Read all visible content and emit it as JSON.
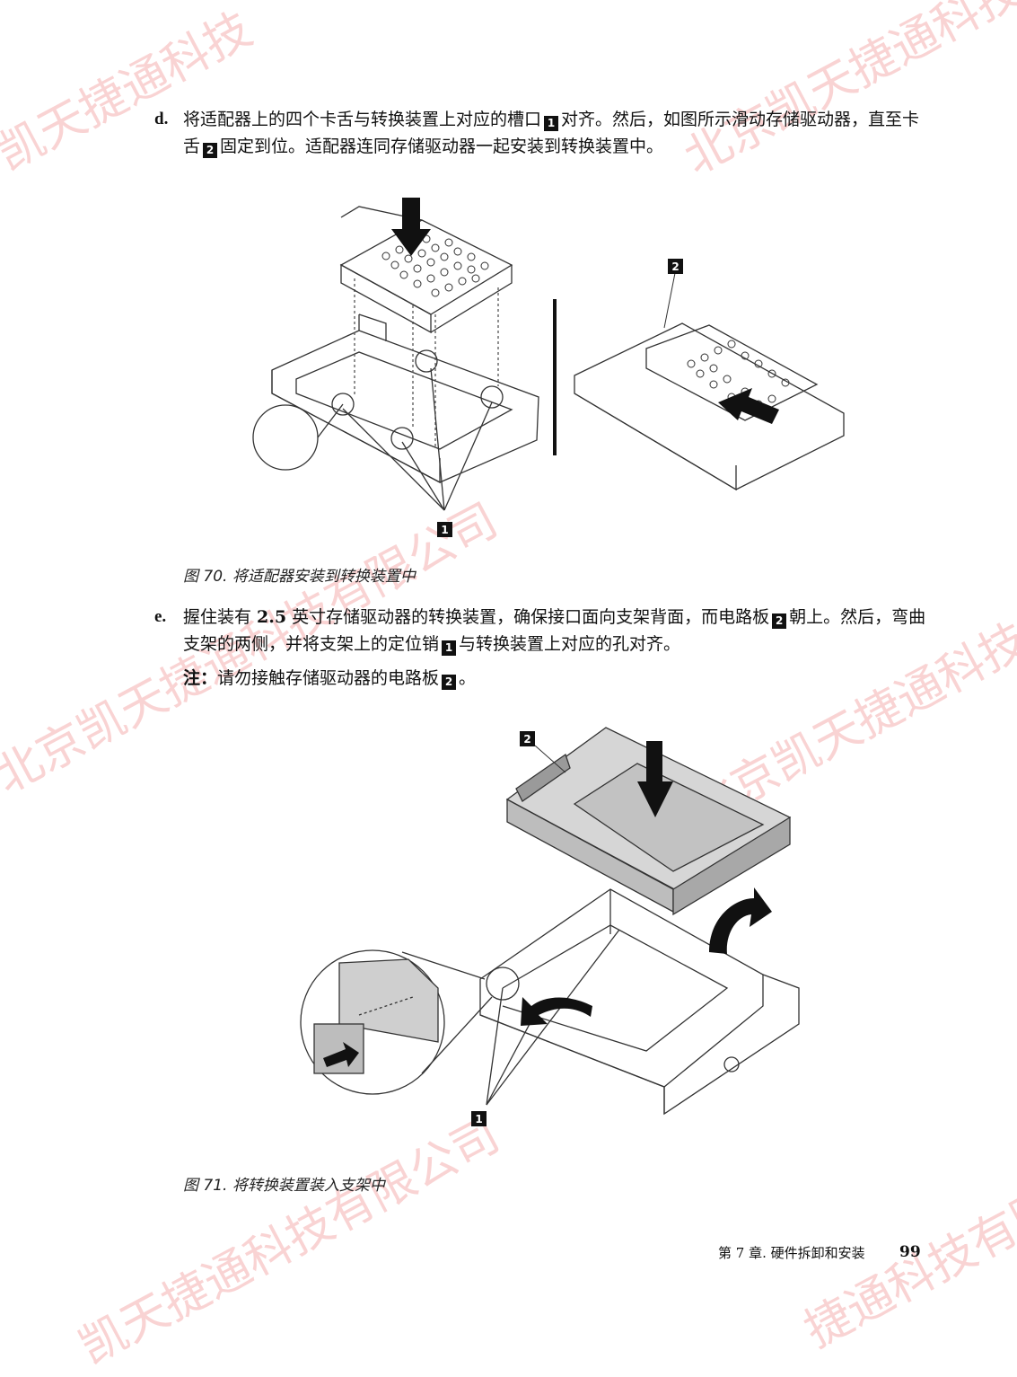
{
  "step_d": {
    "label": "d.",
    "p1": "将适配器上的四个卡舌与转换装置上对应的槽口",
    "b1": "1",
    "p2": "对齐。然后，如图所示滑动存储驱动器，直至卡舌",
    "b2": "2",
    "p3": "固定到位。适配器连同存储驱动器一起安装到转换装置中。"
  },
  "figure70": {
    "callout1": "1",
    "callout2": "2",
    "caption": "图 70. 将适配器安装到转换装置中"
  },
  "step_e": {
    "label": "e.",
    "p1": "握住装有 ",
    "bold": "2.5",
    "p2": " 英寸存储驱动器的转换装置，确保接口面向支架背面，而电路板",
    "b1": "2",
    "p3": "朝上。然后，弯曲支架的两侧，并将支架上的定位销",
    "b2": "1",
    "p4": "与转换装置上对应的孔对齐。"
  },
  "note": {
    "label": "注：",
    "text": "请勿接触存储驱动器的电路板",
    "badge": "2",
    "end": "。"
  },
  "figure71": {
    "callout1": "1",
    "callout2": "2",
    "caption": "图 71. 将转换装置装入支架中"
  },
  "footer": {
    "chapter": "第 7 章. 硬件拆卸和安装",
    "page": "99"
  },
  "watermark": {
    "w1": "凯天捷通科技",
    "w2": "北京凯天捷通科技",
    "w3": "北京凯天捷通科技有限公司",
    "w4": "北京凯天捷通科技有限",
    "w5": "凯天捷通科技有限公司",
    "w6": "北京凯天捷通科技",
    "w7": "天捷通科技有限公司",
    "w8": "捷通科技有限"
  }
}
